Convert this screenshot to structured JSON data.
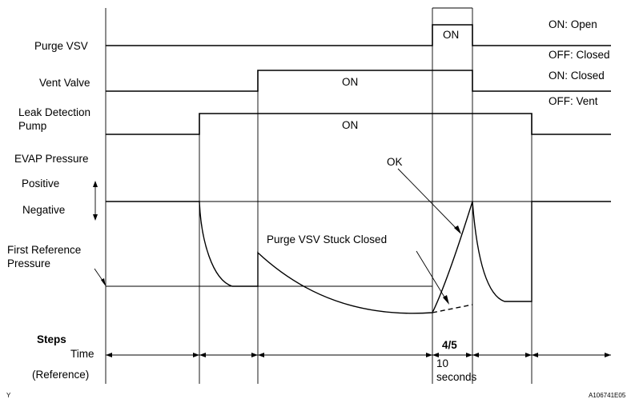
{
  "rows": {
    "purge_vsv": "Purge VSV",
    "vent_valve": "Vent Valve",
    "leak_pump_line1": "Leak Detection",
    "leak_pump_line2": "Pump",
    "evap_pressure": "EVAP Pressure",
    "positive": "Positive",
    "negative": "Negative",
    "first_ref_line1": "First Reference",
    "first_ref_line2": "Pressure",
    "steps": "Steps",
    "time": "Time",
    "reference": "(Reference)"
  },
  "states": {
    "purge_on": "ON",
    "vent_on": "ON",
    "pump_on": "ON",
    "purge_on_meaning": "ON: Open",
    "purge_off_meaning": "OFF: Closed",
    "vent_on_meaning": "ON: Closed",
    "vent_off_meaning": "OFF: Vent"
  },
  "annotations": {
    "ok": "OK",
    "stuck_closed": "Purge VSV Stuck Closed",
    "step_label": "4/5",
    "duration_line1": "10",
    "duration_line2": "seconds"
  },
  "footer": {
    "left_mark": "Y",
    "figure_id": "A106741E05"
  }
}
